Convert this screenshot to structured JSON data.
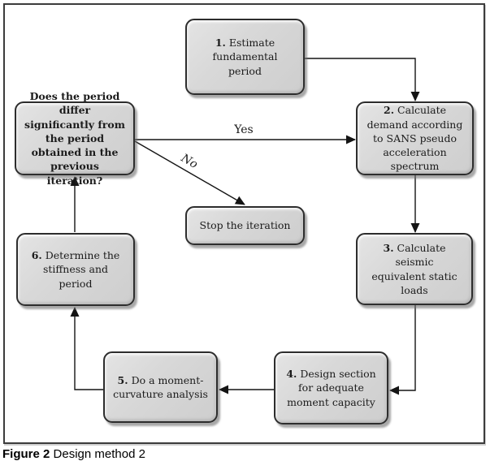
{
  "figure_caption": {
    "label": "Figure 2",
    "title": "Design method 2"
  },
  "flowchart": {
    "steps": [
      {
        "num": "1.",
        "text": "Estimate fundamental period"
      },
      {
        "num": "2.",
        "text": "Calculate demand according to SANS pseudo acceleration spectrum"
      },
      {
        "num": "3.",
        "text": "Calculate seismic equivalent static loads"
      },
      {
        "num": "4.",
        "text": "Design section for adequate moment capacity"
      },
      {
        "num": "5.",
        "text": "Do a moment-curvature analysis"
      },
      {
        "num": "6.",
        "text": "Determine the stiffness and period"
      }
    ],
    "decision": {
      "text": "Does the period differ significantly from the period obtained in the previous iteration?"
    },
    "stop": {
      "text": "Stop the iteration"
    },
    "edge_labels": {
      "yes": "Yes",
      "no": "No"
    }
  },
  "colors": {
    "box_fill": "#d8d8d8",
    "box_border": "#2d2d2d",
    "arrow": "#141414",
    "frame_border": "#3c3c3c",
    "text": "#1b1b1b"
  }
}
